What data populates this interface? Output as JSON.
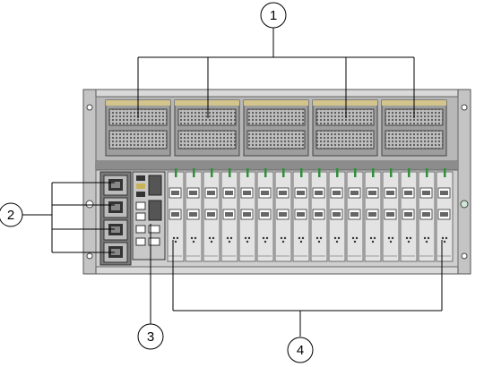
{
  "callouts": [
    {
      "id": "fans",
      "label": "1"
    },
    {
      "id": "power-supplies",
      "label": "2"
    },
    {
      "id": "io-module",
      "label": "3"
    },
    {
      "id": "blade-slots",
      "label": "4"
    }
  ],
  "counts": {
    "fan_modules": 5,
    "power_supplies": 4,
    "blade_slots": 16
  },
  "colors": {
    "chassis": "#d6d6d6",
    "dark": "#333333",
    "accent_green": "#2f8f3a",
    "line": "#000000"
  }
}
